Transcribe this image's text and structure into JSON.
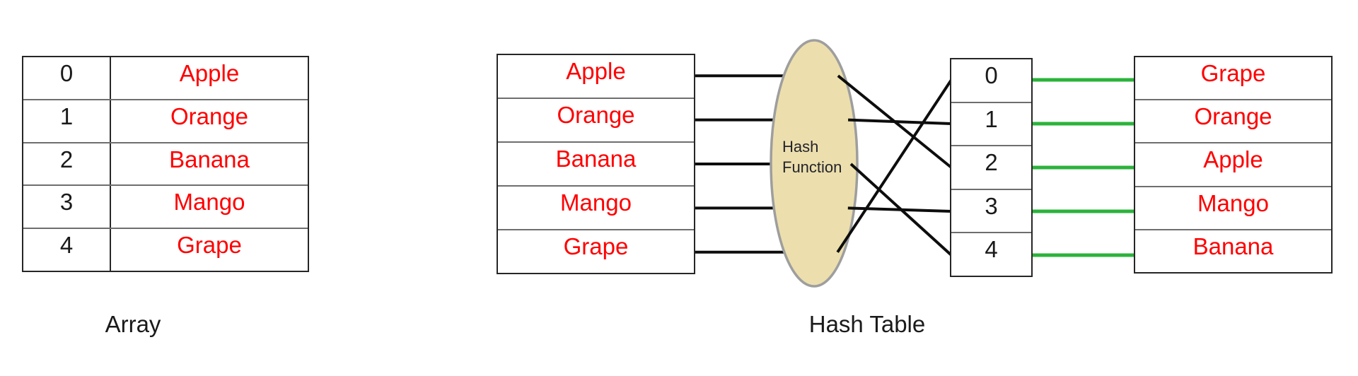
{
  "colors": {
    "value_text": "#ff0000",
    "index_text": "#1a1a1a",
    "label_text": "#1a1a1a",
    "table_border": "#262626",
    "row_divider": "#6e6e6e",
    "connector_black": "#0d0d0d",
    "connector_green": "#2bb33b",
    "ellipse_fill": "#ecdfad",
    "ellipse_border": "#9e9e9e",
    "function_text": "#23232c"
  },
  "array_section": {
    "label": "Array",
    "rows": [
      {
        "index": "0",
        "value": "Apple"
      },
      {
        "index": "1",
        "value": "Orange"
      },
      {
        "index": "2",
        "value": "Banana"
      },
      {
        "index": "3",
        "value": "Mango"
      },
      {
        "index": "4",
        "value": "Grape"
      }
    ]
  },
  "hash_section": {
    "label": "Hash Table",
    "function_label_line1": "Hash",
    "function_label_line2": "Function",
    "keys": [
      "Apple",
      "Orange",
      "Banana",
      "Mango",
      "Grape"
    ],
    "buckets": [
      {
        "index": "0",
        "value": "Grape"
      },
      {
        "index": "1",
        "value": "Orange"
      },
      {
        "index": "2",
        "value": "Apple"
      },
      {
        "index": "3",
        "value": "Mango"
      },
      {
        "index": "4",
        "value": "Banana"
      }
    ],
    "mapping": [
      {
        "key": "Apple",
        "bucket": 2
      },
      {
        "key": "Orange",
        "bucket": 1
      },
      {
        "key": "Banana",
        "bucket": 4
      },
      {
        "key": "Mango",
        "bucket": 3
      },
      {
        "key": "Grape",
        "bucket": 0
      }
    ]
  }
}
